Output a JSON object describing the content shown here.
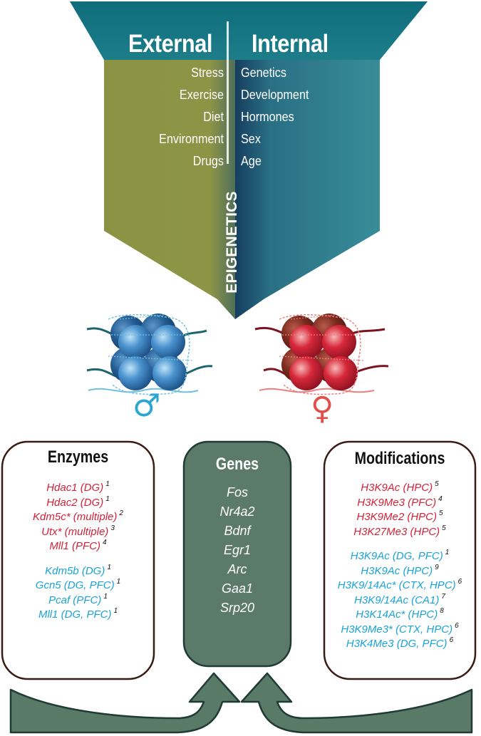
{
  "header": {
    "external": "External",
    "internal": "Internal",
    "colors": {
      "teal_dark": "#1e6b78",
      "olive": "#8c9244",
      "teal": "#3b8f99",
      "navy": "#1d3d5c"
    }
  },
  "external_factors": [
    "Stress",
    "Exercise",
    "Diet",
    "Environment",
    "Drugs"
  ],
  "internal_factors": [
    "Genetics",
    "Development",
    "Hormones",
    "Sex",
    "Age"
  ],
  "center_label": "EPIGENETICS",
  "sex_symbols": {
    "male": "♂",
    "female": "♀",
    "male_color": "#2aa6d3",
    "female_color": "#e0504a"
  },
  "enzymes": {
    "title": "Enzymes",
    "items": [
      {
        "name": "Hdac1 (DG)",
        "ref": "1",
        "color": "red"
      },
      {
        "name": "Hdac2 (DG)",
        "ref": "1",
        "color": "red"
      },
      {
        "name": "Kdm5c* (multiple)",
        "ref": "2",
        "color": "red"
      },
      {
        "name": "Utx* (multiple)",
        "ref": "3",
        "color": "red"
      },
      {
        "name": "Mll1 (PFC)",
        "ref": "4",
        "color": "red"
      },
      {
        "name": "Kdm5b (DG)",
        "ref": "1",
        "color": "cyan"
      },
      {
        "name": "Gcn5 (DG, PFC)",
        "ref": "1",
        "color": "cyan"
      },
      {
        "name": "Pcaf (PFC)",
        "ref": "1",
        "color": "cyan"
      },
      {
        "name": "Mll1 (DG, PFC)",
        "ref": "1",
        "color": "cyan"
      }
    ]
  },
  "genes": {
    "title": "Genes",
    "items": [
      "Fos",
      "Nr4a2",
      "Bdnf",
      "Egr1",
      "Arc",
      "Gaa1",
      "Srp20"
    ]
  },
  "modifications": {
    "title": "Modifications",
    "items": [
      {
        "name": "H3K9Ac (HPC)",
        "ref": "5",
        "color": "red"
      },
      {
        "name": "H3K9Me3 (PFC)",
        "ref": "4",
        "color": "red"
      },
      {
        "name": "H3K9Me2 (HPC)",
        "ref": "5",
        "color": "red"
      },
      {
        "name": "H3K27Me3 (HPC)",
        "ref": "5",
        "color": "red"
      },
      {
        "name": "H3K9Ac (DG, PFC)",
        "ref": "1",
        "color": "cyan"
      },
      {
        "name": "H3K9Ac (HPC)",
        "ref": "9",
        "color": "cyan"
      },
      {
        "name": "H3K9/14Ac* (CTX, HPC)",
        "ref": "6",
        "color": "cyan"
      },
      {
        "name": "H3K9/14Ac (CA1)",
        "ref": "7",
        "color": "cyan"
      },
      {
        "name": "H3K14Ac* (HPC)",
        "ref": "8",
        "color": "cyan"
      },
      {
        "name": "H3K9Me3* (CTX, HPC)",
        "ref": "6",
        "color": "cyan"
      },
      {
        "name": "H3K4Me3 (DG, PFC)",
        "ref": "6",
        "color": "cyan"
      }
    ]
  }
}
